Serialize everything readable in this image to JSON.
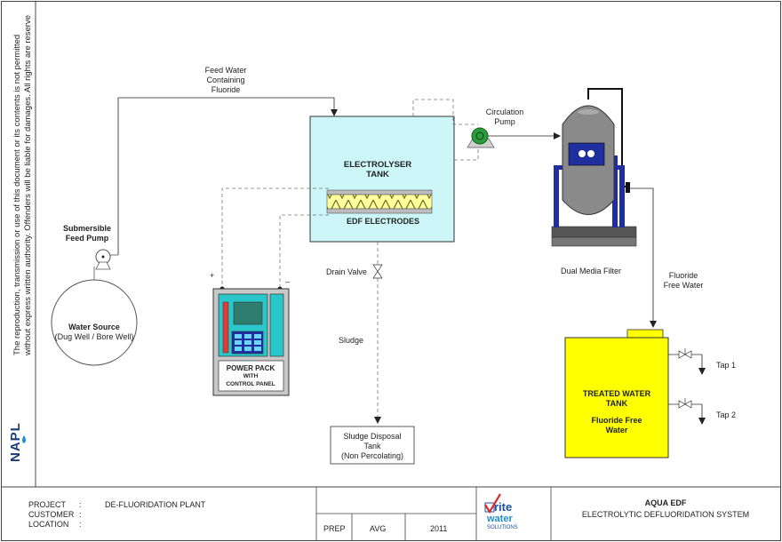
{
  "notice": {
    "line1": "The reproduction, transmission or use of this document or its contents is not permitted",
    "line2": "without express written authority. Offenders will be liable for damages. All rights are reserve"
  },
  "left_logo": "NAPL",
  "labels": {
    "feed_water_1": "Feed Water",
    "feed_water_2": "Containing",
    "feed_water_3": "Fluoride",
    "pump_1": "Submersible",
    "pump_2": "Feed Pump",
    "source_1": "Water Source",
    "source_2": "(Dug Well / Bore Well)",
    "electrolyser_1": "ELECTROLYSER",
    "electrolyser_2": "TANK",
    "electrodes": "EDF ELECTRODES",
    "circ_1": "Circulation",
    "circ_2": "Pump",
    "filter": "Dual Media Filter",
    "ffw_1": "Fluoride",
    "ffw_2": "Free Water",
    "plus": "+",
    "minus": "–",
    "power_1": "POWER PACK",
    "power_2": "WITH",
    "power_3": "CONTROL PANEL",
    "drain": "Drain Valve",
    "sludge": "Sludge",
    "sludge_tank_1": "Sludge Disposal",
    "sludge_tank_2": "Tank",
    "sludge_tank_3": "(Non Percolating)",
    "treated_1": "TREATED WATER",
    "treated_2": "TANK",
    "treated_3": "Fluoride Free",
    "treated_4": "Water",
    "tap1": "Tap 1",
    "tap2": "Tap 2"
  },
  "title_block": {
    "project_label": "PROJECT",
    "customer_label": "CUSTOMER",
    "location_label": "LOCATION",
    "colon": ":",
    "project_value": "DE-FLUORIDATION PLANT",
    "prep": "PREP",
    "avg": "AVG",
    "year": "2011",
    "logo_main": "rite",
    "logo_sub": "water",
    "logo_sub2": "SOLUTIONS",
    "system_name": "AQUA EDF",
    "system_desc": "ELECTROLYTIC DEFLUORIDATION SYSTEM"
  },
  "colors": {
    "tank_fill": "#ccf6f8",
    "yellow_tank": "#ffff00",
    "panel_grey": "#c8c8c8",
    "panel_cyan": "#29c7c9",
    "filter_grey": "#8a8a8a",
    "filter_blue": "#1f2fa0",
    "pump_green": "#2a9d3a"
  }
}
